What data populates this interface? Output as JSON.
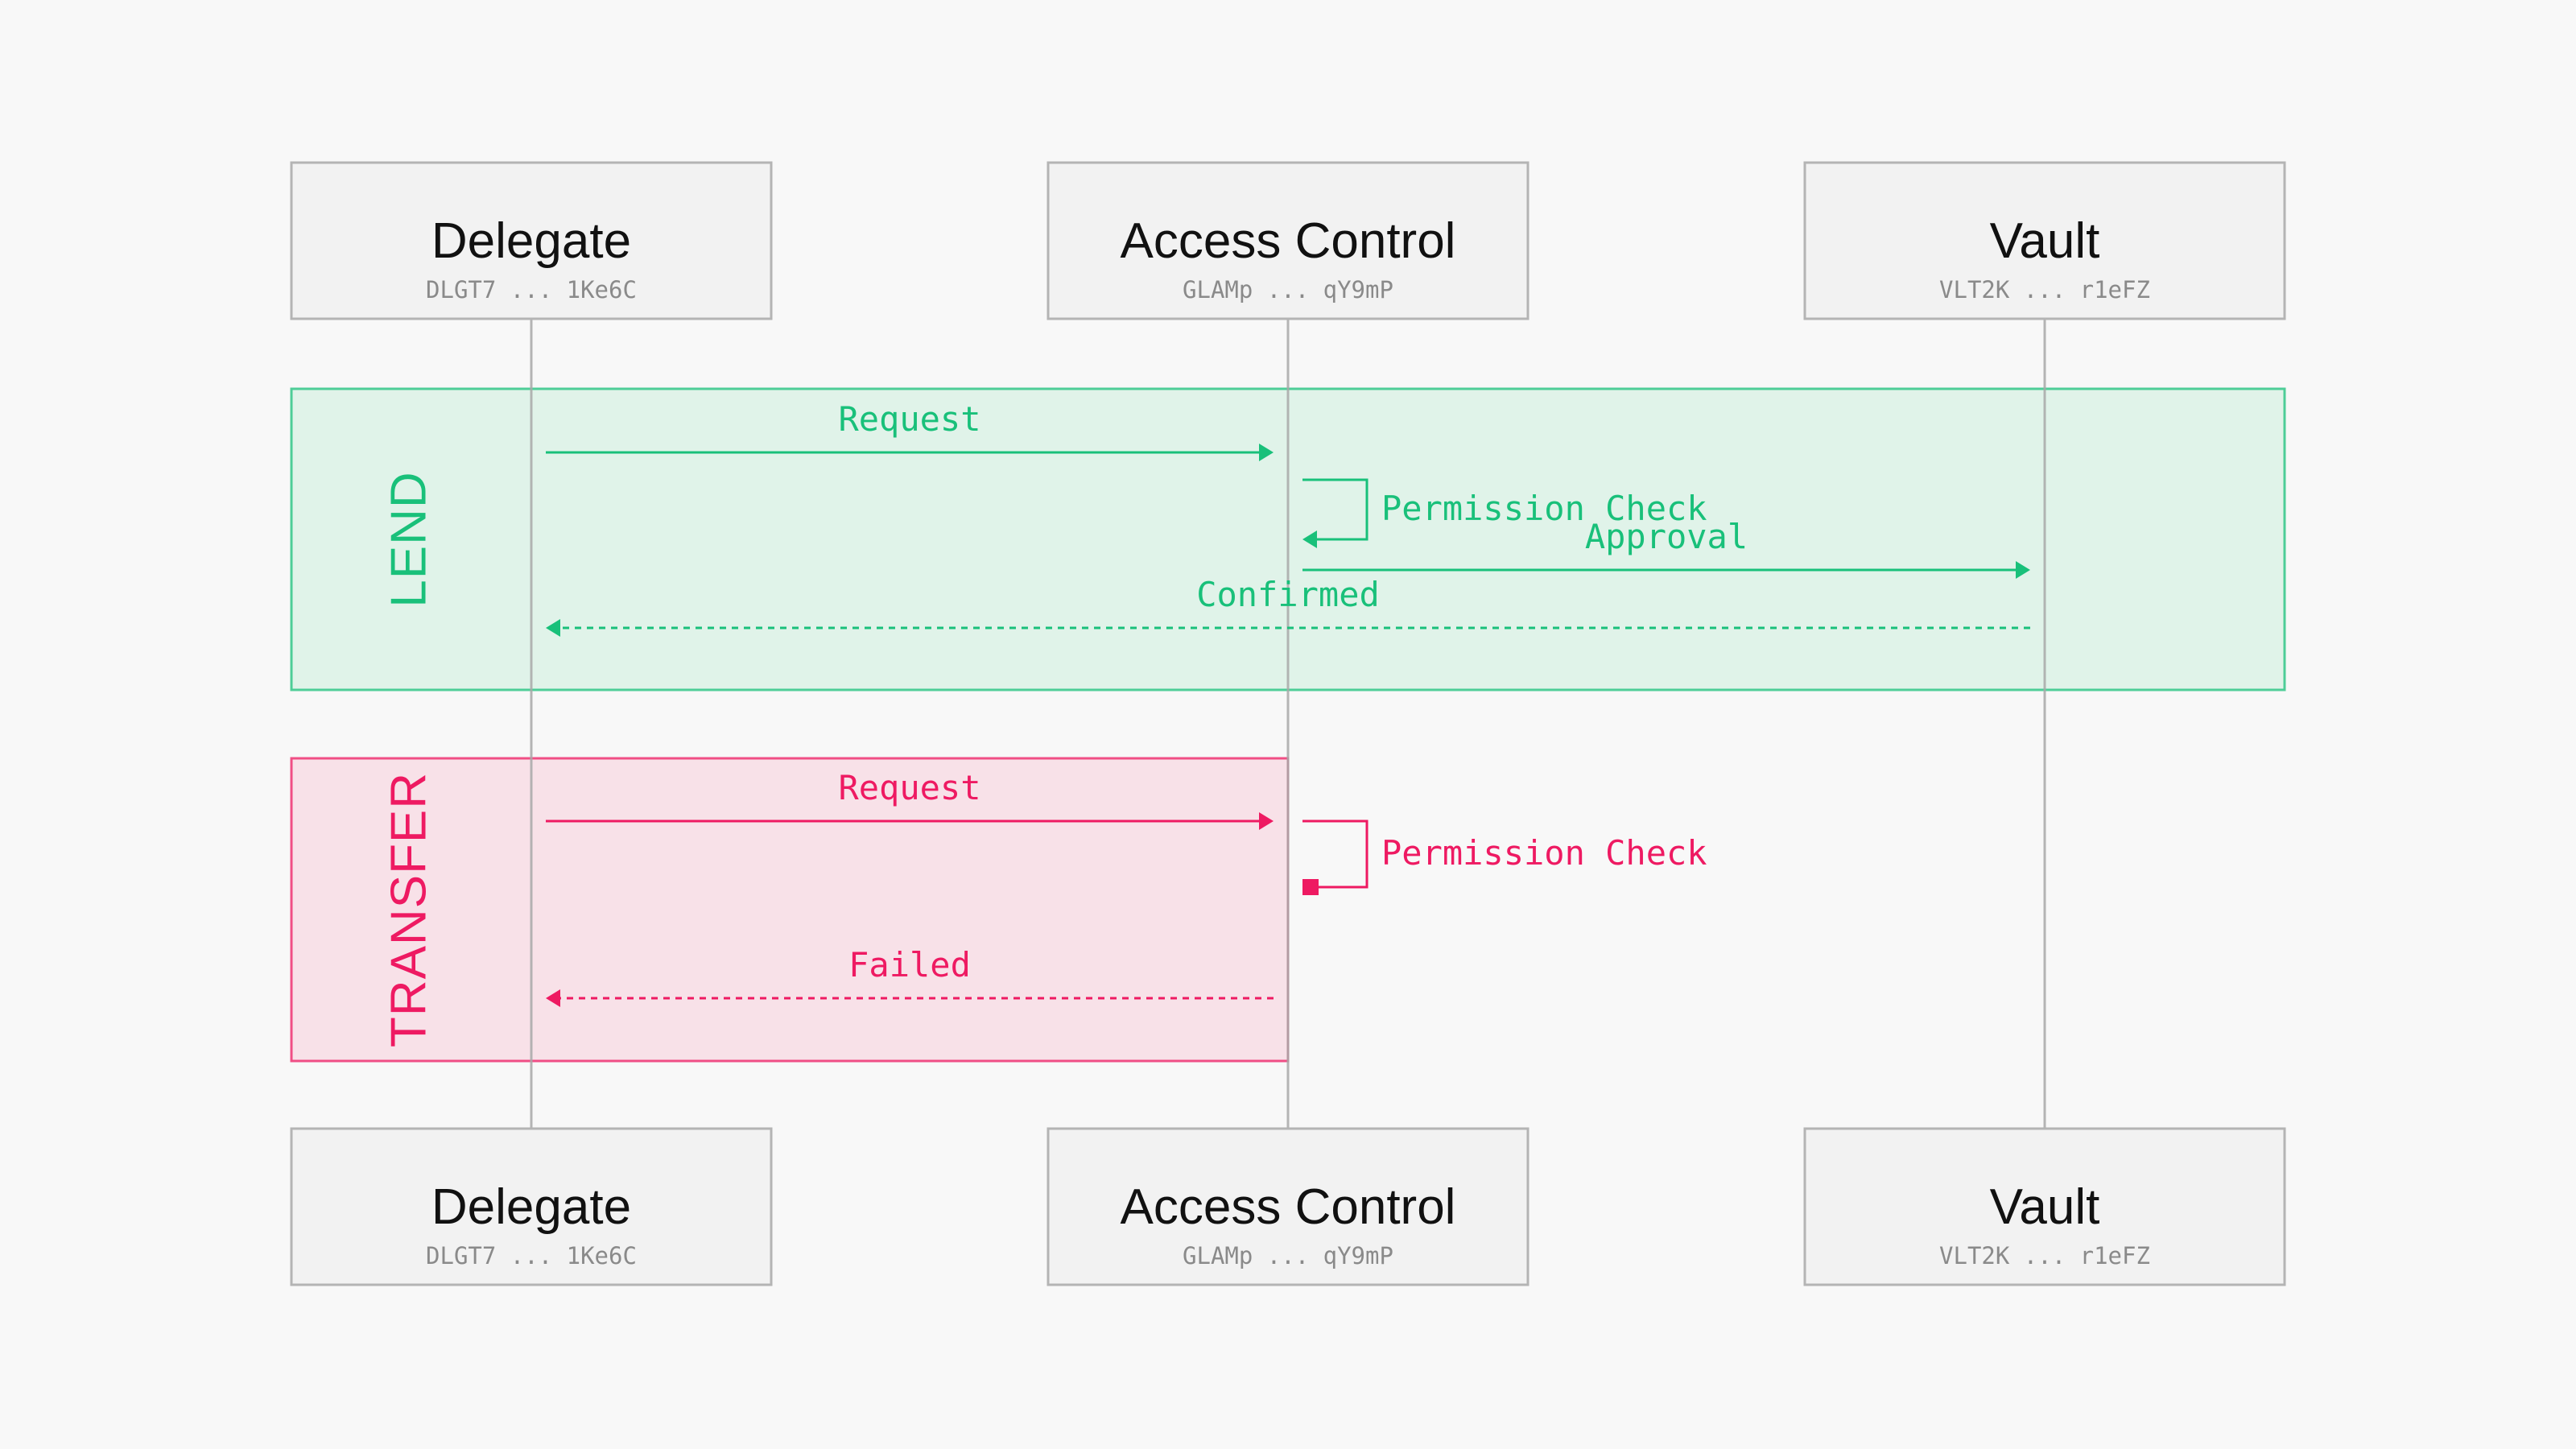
{
  "colors": {
    "background": "#f8f8f8",
    "actor_fill": "#f2f2f2",
    "actor_border": "#b4b4b4",
    "lifeline": "#a8a8a8",
    "lend_accent": "#19c07a",
    "lend_fill": "#e0f3e9",
    "transfer_accent": "#ee1a62",
    "transfer_fill": "#f8e1e8"
  },
  "actors": [
    {
      "id": "delegate",
      "name": "Delegate",
      "address": "DLGT7 ... 1Ke6C"
    },
    {
      "id": "access-control",
      "name": "Access Control",
      "address": "GLAMp ... qY9mP"
    },
    {
      "id": "vault",
      "name": "Vault",
      "address": "VLT2K ... r1eFZ"
    }
  ],
  "groups": [
    {
      "id": "lend",
      "label": "LEND",
      "status": "success",
      "messages": [
        {
          "label": "Request",
          "from": "delegate",
          "to": "access-control",
          "kind": "call"
        },
        {
          "label": "Permission Check",
          "from": "access-control",
          "to": "access-control",
          "kind": "self"
        },
        {
          "label": "Approval",
          "from": "access-control",
          "to": "vault",
          "kind": "call"
        },
        {
          "label": "Confirmed",
          "from": "vault",
          "to": "delegate",
          "kind": "return"
        }
      ]
    },
    {
      "id": "transfer",
      "label": "TRANSFER",
      "status": "failure",
      "messages": [
        {
          "label": "Request",
          "from": "delegate",
          "to": "access-control",
          "kind": "call"
        },
        {
          "label": "Permission Check",
          "from": "access-control",
          "to": "access-control",
          "kind": "self-fail"
        },
        {
          "label": "Failed",
          "from": "access-control",
          "to": "delegate",
          "kind": "return"
        }
      ]
    }
  ]
}
